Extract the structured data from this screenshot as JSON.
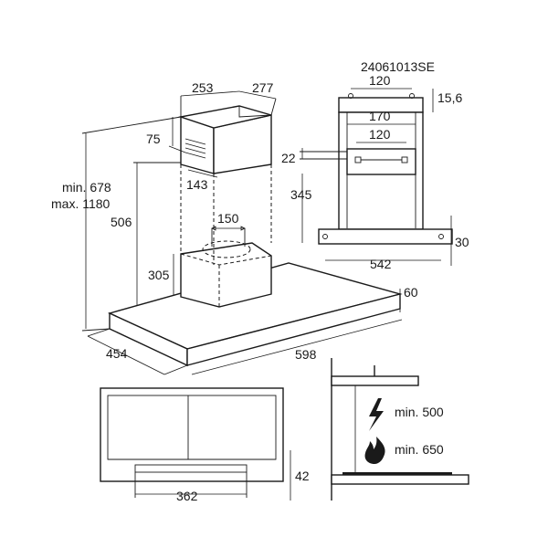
{
  "document": {
    "code": "24061013SE"
  },
  "main_view": {
    "chimney_depth": "253",
    "chimney_width": "277",
    "vent_offset": "75",
    "vent_width": "143",
    "height_range": "min. 678\nmax. 1180",
    "chimney_height": "506",
    "duct_diameter": "150",
    "motor_height": "305",
    "canopy_depth": "454",
    "canopy_width": "598",
    "canopy_thickness": "60"
  },
  "bracket_view": {
    "top_hole_spacing": "120",
    "top_offset": "15,6",
    "slot_width": "170",
    "slot_hole_spacing": "120",
    "slot_offset": "22",
    "bracket_height": "345",
    "base_width": "542",
    "base_offset": "30"
  },
  "bottom_view": {
    "filter_depth": "42",
    "filter_width": "362"
  },
  "clearance_view": {
    "electric_min": "min. 500",
    "gas_min": "min. 650"
  },
  "icons": [
    "lightning-icon",
    "flame-icon"
  ]
}
